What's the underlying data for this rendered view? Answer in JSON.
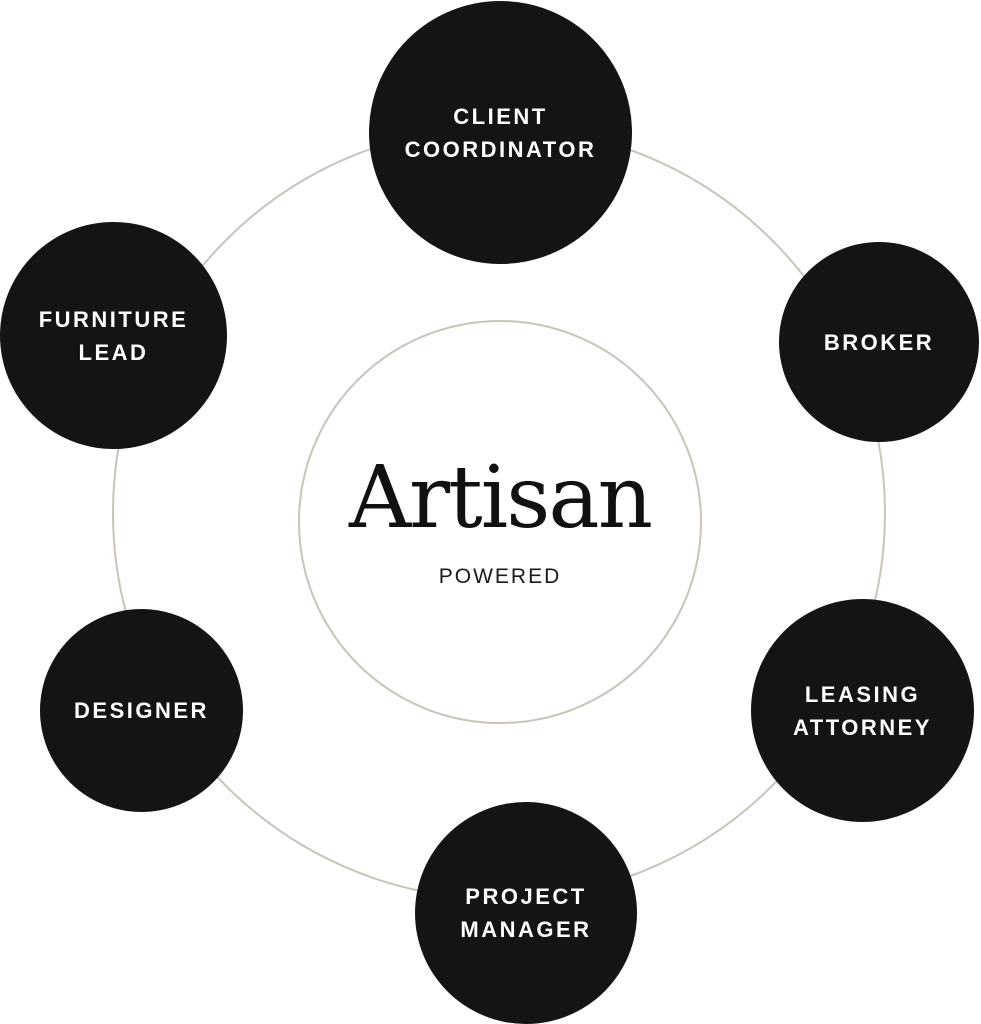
{
  "brand": {
    "logo_text": "Artisan",
    "tagline": "POWERED"
  },
  "roles": [
    {
      "id": "client",
      "label": "CLIENT\nCOORDINATOR"
    },
    {
      "id": "furniture",
      "label": "FURNITURE\nLEAD"
    },
    {
      "id": "broker",
      "label": "BROKER"
    },
    {
      "id": "designer",
      "label": "DESIGNER"
    },
    {
      "id": "leasing",
      "label": "LEASING\nATTORNEY"
    },
    {
      "id": "project",
      "label": "PROJECT\nMANAGER"
    }
  ],
  "colors": {
    "node_fill": "#141414",
    "node_text": "#ffffff",
    "ring_stroke": "#c9c3ba",
    "brand_text": "#111111"
  }
}
